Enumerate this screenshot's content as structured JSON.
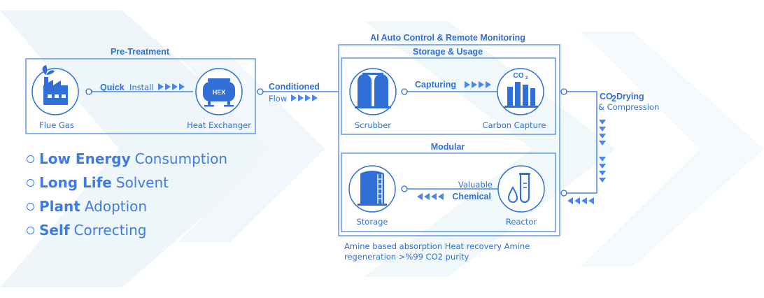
{
  "diagram": {
    "pretreatment_title": "Pre-Treatment",
    "control_title": "AI Auto Control & Remote Monitoring",
    "storage_usage_title": "Storage & Usage",
    "modular_title": "Modular",
    "nodes": {
      "flue_gas": "Flue Gas",
      "heat_exchanger": "Heat Exchanger",
      "hex_badge": "HEX",
      "scrubber": "Scrubber",
      "carbon_capture": "Carbon Capture",
      "co2_badge": "CO",
      "co2_badge_sub": "2",
      "storage": "Storage",
      "reactor": "Reactor"
    },
    "flows": {
      "quick_bold": "Quick",
      "quick_rest": "Install",
      "conditioned_bold": "Conditioned",
      "conditioned_rest": "Flow",
      "capturing": "Capturing",
      "co2_drying_bold": "CO",
      "co2_drying_sub": "2",
      "co2_drying_rest": "Drying",
      "compression": "& Compression",
      "valuable": "Valuable",
      "chemical": "Chemical"
    }
  },
  "features": [
    {
      "bold": "Low Energy",
      "rest": "Consumption"
    },
    {
      "bold": "Long Life",
      "rest": "Solvent"
    },
    {
      "bold": "Plant",
      "rest": "Adoption"
    },
    {
      "bold": "Self",
      "rest": "Correcting"
    }
  ],
  "note": "Amine based absorption Heat recovery Amine regeneration >%99 CO2 purity",
  "colors": {
    "primary": "#2F6FD6",
    "accent": "#4A86E8",
    "light": "#8FB3F5",
    "background_chevron": "#EEF6FA"
  }
}
